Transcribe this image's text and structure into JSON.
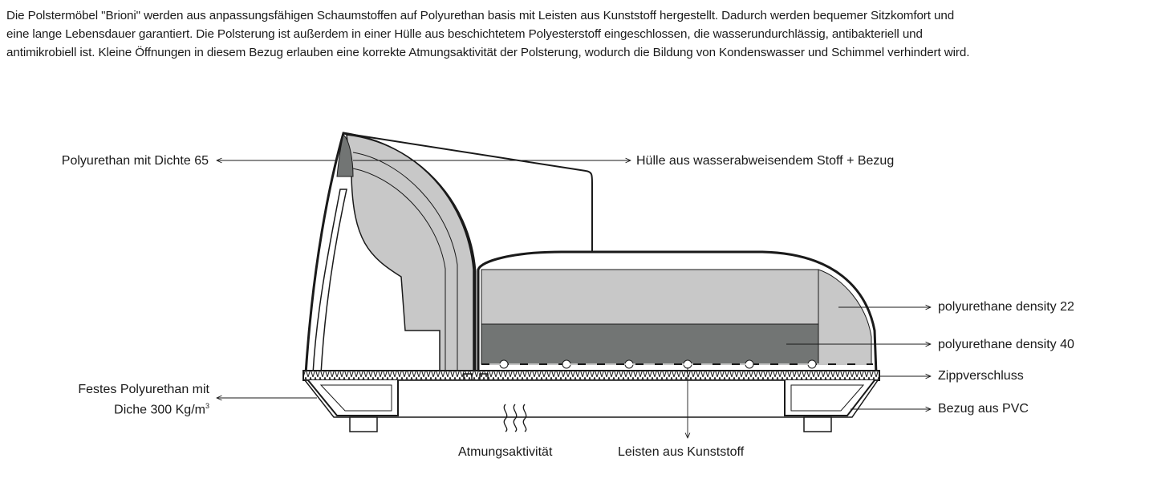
{
  "intro": {
    "line1": "Die Polstermöbel \"Brioni\" werden aus anpassungsfähigen Schaumstoffen auf Polyurethan basis mit Leisten aus Kunststoff hergestellt. Dadurch werden bequemer Sitzkomfort und",
    "line2": "eine lange Lebensdauer garantiert. Die Polsterung ist außerdem in einer Hülle aus beschichtetem Polyesterstoff eingeschlossen, die wasserundurchlässig, antibakteriell und",
    "line3": "antimikrobiell ist. Kleine Öffnungen in diesem Bezug erlauben eine korrekte Atmungsaktivität der Polsterung, wodurch die Bildung von Kondenswasser und Schimmel verhindert wird."
  },
  "labels": {
    "poly65": "Polyurethan mit Dichte 65",
    "huelle": "Hülle aus wasserabweisendem Stoff + Bezug",
    "density22": "polyurethane density 22",
    "density40": "polyurethane density 40",
    "zipp": "Zippverschluss",
    "pvc": "Bezug aus PVC",
    "festes_line1": "Festes Polyurethan mit",
    "festes_line2": "Diche 300 Kg/m",
    "festes_sup": "3",
    "atmung": "Atmungsaktivität",
    "leisten": "Leisten aus Kunststoff"
  },
  "colors": {
    "foam_light": "#c8c8c8",
    "foam_dark": "#727574",
    "outline": "#1a1a1a"
  }
}
